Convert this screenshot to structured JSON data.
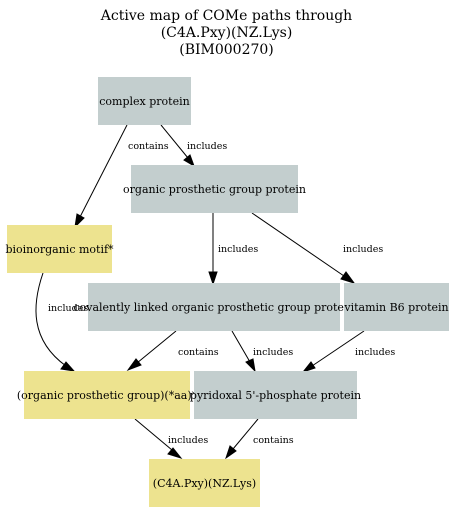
{
  "title": {
    "line1": "Active map of COMe paths through",
    "line2": "(C4A.Pxy)(NZ.Lys)",
    "line3": "(BIM000270)"
  },
  "colors": {
    "protein_node": "#c3cece",
    "motif_node": "#ede38f",
    "edge": "#000000"
  },
  "nodes": {
    "complex_protein": {
      "label": "complex protein",
      "kind": "protein"
    },
    "organic_prosthetic_group_protein": {
      "label": "organic prosthetic group protein",
      "kind": "protein"
    },
    "bioinorganic_motif": {
      "label": "bioinorganic motif*",
      "kind": "motif"
    },
    "covalently_linked": {
      "label": "covalently linked organic prosthetic group protein",
      "kind": "protein"
    },
    "vitamin_b6_protein": {
      "label": "vitamin B6 protein",
      "kind": "protein"
    },
    "organic_prosthetic_group_aa": {
      "label": "(organic prosthetic group)(*aa)*",
      "kind": "motif"
    },
    "pyridoxal_phosphate_protein": {
      "label": "pyridoxal 5'-phosphate protein",
      "kind": "protein"
    },
    "c4a_pxy_nz_lys": {
      "label": "(C4A.Pxy)(NZ.Lys)",
      "kind": "motif"
    }
  },
  "edges": {
    "e1": {
      "from": "complex protein",
      "to": "bioinorganic motif*",
      "label": "contains"
    },
    "e2": {
      "from": "complex protein",
      "to": "organic prosthetic group protein",
      "label": "includes"
    },
    "e3": {
      "from": "organic prosthetic group protein",
      "to": "covalently linked organic prosthetic group protein",
      "label": "includes"
    },
    "e4": {
      "from": "organic prosthetic group protein",
      "to": "vitamin B6 protein",
      "label": "includes"
    },
    "e5": {
      "from": "bioinorganic motif*",
      "to": "(organic prosthetic group)(*aa)*",
      "label": "includes"
    },
    "e6": {
      "from": "covalently linked organic prosthetic group protein",
      "to": "(organic prosthetic group)(*aa)*",
      "label": "contains"
    },
    "e7": {
      "from": "covalently linked organic prosthetic group protein",
      "to": "pyridoxal 5'-phosphate protein",
      "label": "includes"
    },
    "e8": {
      "from": "vitamin B6 protein",
      "to": "pyridoxal 5'-phosphate protein",
      "label": "includes"
    },
    "e9": {
      "from": "(organic prosthetic group)(*aa)*",
      "to": "(C4A.Pxy)(NZ.Lys)",
      "label": "includes"
    },
    "e10": {
      "from": "pyridoxal 5'-phosphate protein",
      "to": "(C4A.Pxy)(NZ.Lys)",
      "label": "contains"
    }
  }
}
